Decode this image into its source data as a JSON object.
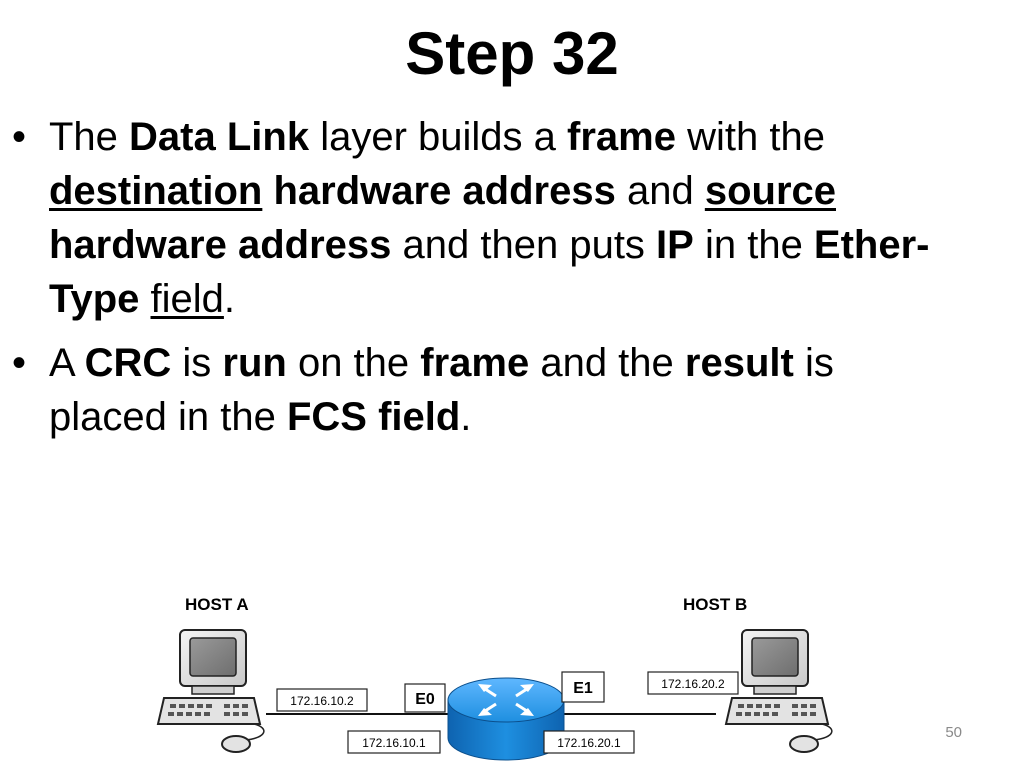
{
  "slide": {
    "title": "Step 32",
    "page_number": "50"
  },
  "bullets": [
    {
      "marker": "•",
      "segments": [
        {
          "text": "The ",
          "bold": false,
          "underline": false
        },
        {
          "text": "Data Link",
          "bold": true,
          "underline": false
        },
        {
          "text": " layer builds a ",
          "bold": false,
          "underline": false
        },
        {
          "text": "frame",
          "bold": true,
          "underline": false
        },
        {
          "text": " with the ",
          "bold": false,
          "underline": false
        },
        {
          "text": "destination",
          "bold": true,
          "underline": true
        },
        {
          "text": " ",
          "bold": false,
          "underline": false
        },
        {
          "text": "hardware address",
          "bold": true,
          "underline": false
        },
        {
          "text": " and ",
          "bold": false,
          "underline": false
        },
        {
          "text": "source",
          "bold": true,
          "underline": true
        },
        {
          "text": " ",
          "bold": false,
          "underline": false
        },
        {
          "text": "hardware address",
          "bold": true,
          "underline": false
        },
        {
          "text": " and then puts ",
          "bold": false,
          "underline": false
        },
        {
          "text": "IP",
          "bold": true,
          "underline": false
        },
        {
          "text": " in the ",
          "bold": false,
          "underline": false
        },
        {
          "text": "Ether-Type",
          "bold": true,
          "underline": false
        },
        {
          "text": " ",
          "bold": false,
          "underline": false
        },
        {
          "text": "field",
          "bold": false,
          "underline": true
        },
        {
          "text": ".",
          "bold": false,
          "underline": false
        }
      ]
    },
    {
      "marker": "•",
      "segments": [
        {
          "text": "A ",
          "bold": false,
          "underline": false
        },
        {
          "text": "CRC",
          "bold": true,
          "underline": false
        },
        {
          "text": " is ",
          "bold": false,
          "underline": false
        },
        {
          "text": "run",
          "bold": true,
          "underline": false
        },
        {
          "text": " on the ",
          "bold": false,
          "underline": false
        },
        {
          "text": "frame",
          "bold": true,
          "underline": false
        },
        {
          "text": " and the ",
          "bold": false,
          "underline": false
        },
        {
          "text": "result",
          "bold": true,
          "underline": false
        },
        {
          "text": " is placed in the ",
          "bold": false,
          "underline": false
        },
        {
          "text": "FCS field",
          "bold": true,
          "underline": false
        },
        {
          "text": ".",
          "bold": false,
          "underline": false
        }
      ]
    }
  ],
  "diagram": {
    "host_a": {
      "label": "HOST A",
      "ip": "172.16.10.2"
    },
    "host_b": {
      "label": "HOST B",
      "ip": "172.16.20.2"
    },
    "router": {
      "e0_label": "E0",
      "e0_ip": "172.16.10.1",
      "e1_label": "E1",
      "e1_ip": "172.16.20.1",
      "color": "#1e8fe0"
    }
  }
}
